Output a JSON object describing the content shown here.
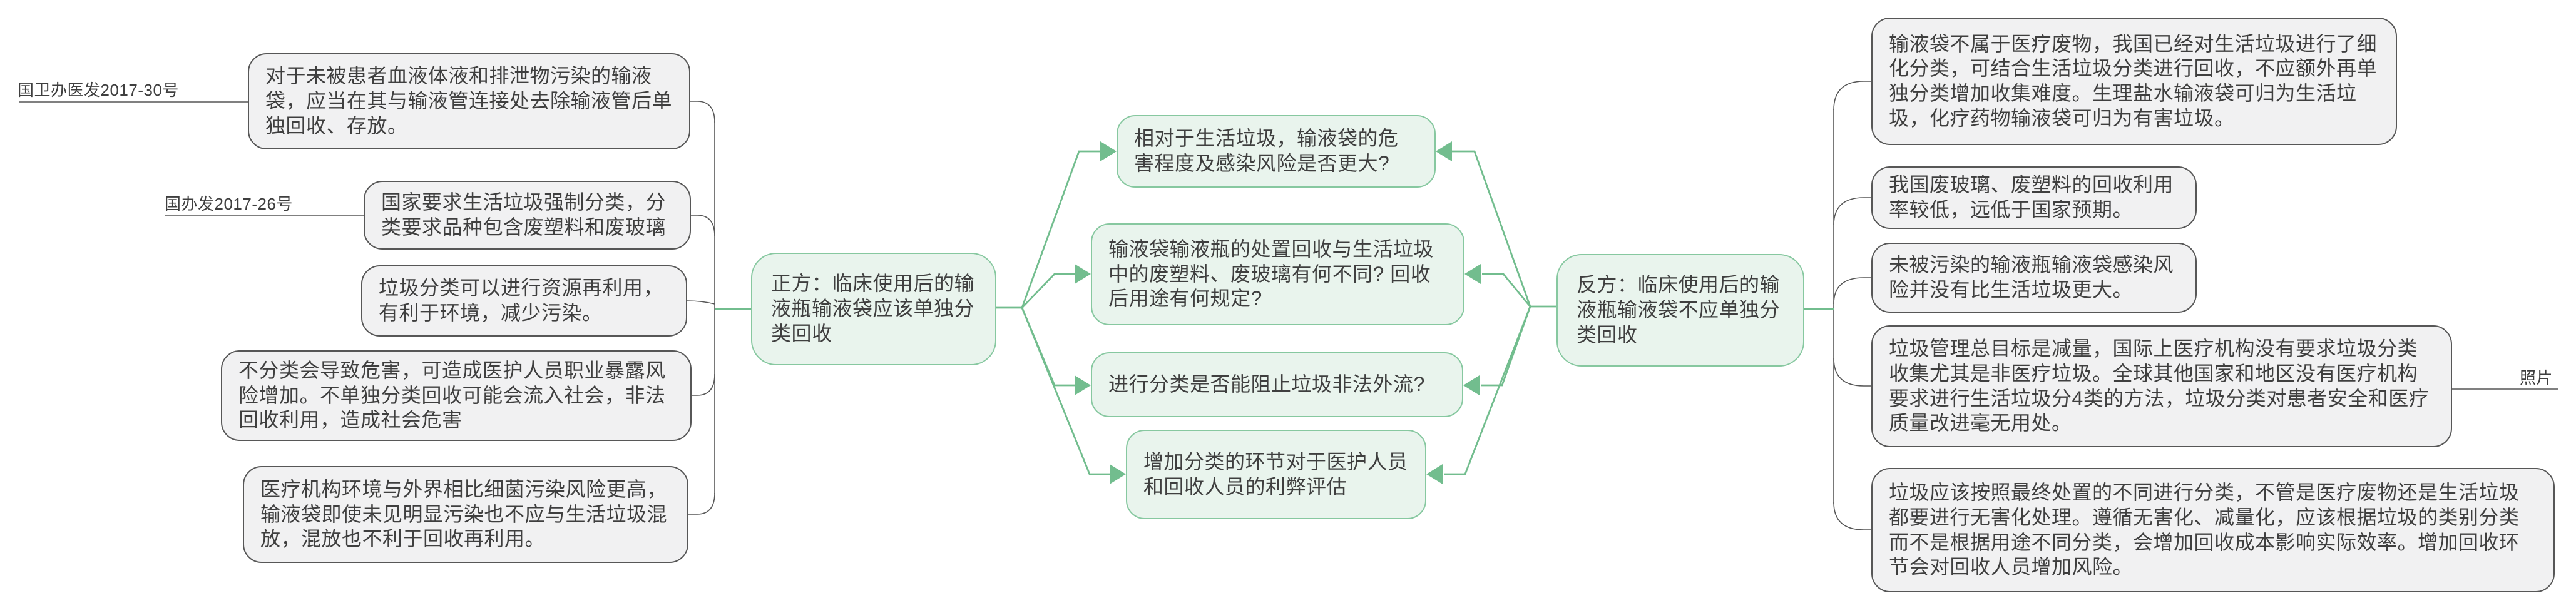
{
  "app": "mind-map-debate-infusion-bag-recycling",
  "colors": {
    "background": "#ffffff",
    "green_line": "#72bd8e",
    "green_fill": "#e9f4ed",
    "green_border": "#87c8a0",
    "gray_fill": "#f1f1f2",
    "gray_border": "#575757",
    "text": "#3f3f3f"
  },
  "pro": {
    "topic": "正方：临床使用后的输液瓶输液袋应该单独分类回收",
    "labels": [
      "国卫办医发2017-30号",
      "国办发2017-26号"
    ],
    "arguments": [
      "对于未被患者血液体液和排泄物污染的输液袋，应当在其与输液管连接处去除输液管后单独回收、存放。",
      "国家要求生活垃圾强制分类，分类要求品种包含废塑料和废玻璃",
      "垃圾分类可以进行资源再利用，有利于环境，减少污染。",
      "不分类会导致危害，可造成医护人员职业暴露风险增加。不单独分类回收可能会流入社会，非法回收利用，造成社会危害",
      "医疗机构环境与外界相比细菌污染风险更高，输液袋即使未见明显污染也不应与生活垃圾混放，混放也不利于回收再利用。"
    ]
  },
  "questions": [
    "相对于生活垃圾，输液袋的危害程度及感染风险是否更大?",
    "输液袋输液瓶的处置回收与生活垃圾中的废塑料、废玻璃有何不同? 回收后用途有何规定?",
    "进行分类是否能阻止垃圾非法外流?",
    "增加分类的环节对于医护人员和回收人员的利弊评估"
  ],
  "con": {
    "topic": "反方：临床使用后的输液瓶输液袋不应单独分类回收",
    "photo_label": "照片",
    "arguments": [
      "输液袋不属于医疗废物，我国已经对生活垃圾进行了细化分类，可结合生活垃圾分类进行回收，不应额外再单独分类增加收集难度。生理盐水输液袋可归为生活垃圾，化疗药物输液袋可归为有害垃圾。",
      "我国废玻璃、废塑料的回收利用率较低，远低于国家预期。",
      "未被污染的输液瓶输液袋感染风险并没有比生活垃圾更大。",
      "垃圾管理总目标是减量，国际上医疗机构没有要求垃圾分类收集尤其是非医疗垃圾。全球其他国家和地区没有医疗机构要求进行生活垃圾分4类的方法，垃圾分类对患者安全和医疗质量改进毫无用处。",
      "垃圾应该按照最终处置的不同进行分类，不管是医疗废物还是生活垃圾都要进行无害化处理。遵循无害化、减量化，应该根据垃圾的类别分类而不是根据用途不同分类，会增加回收成本影响实际效率。增加回收环节会对回收人员增加风险。"
    ]
  }
}
